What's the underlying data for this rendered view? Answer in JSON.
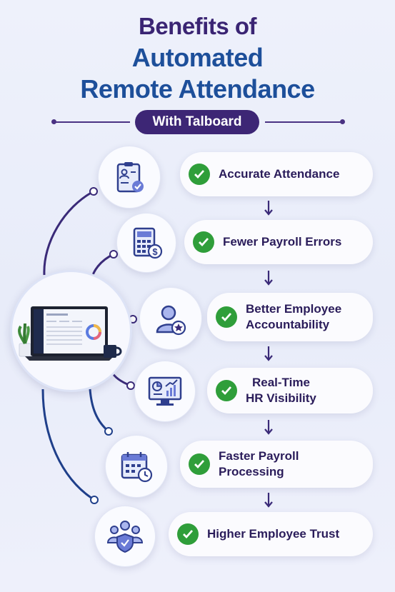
{
  "header": {
    "line1": "Benefits of",
    "line2": "Automated",
    "line3": "Remote Attendance",
    "subtitle": "With Talboard"
  },
  "benefits": [
    {
      "label_lines": [
        "Accurate Attendance"
      ],
      "icon": "clipboard-user-check-icon"
    },
    {
      "label_lines": [
        "Fewer Payroll Errors"
      ],
      "icon": "calculator-dollar-icon"
    },
    {
      "label_lines": [
        "Better Employee",
        "Accountability"
      ],
      "icon": "employee-star-icon"
    },
    {
      "label_lines": [
        "Real-Time",
        "HR Visibility"
      ],
      "icon": "monitor-charts-icon"
    },
    {
      "label_lines": [
        "Faster Payroll",
        "Processing"
      ],
      "icon": "calendar-clock-icon"
    },
    {
      "label_lines": [
        "Higher Employee Trust"
      ],
      "icon": "team-shield-icon"
    }
  ],
  "colors": {
    "title_purple": "#3a2473",
    "title_blue": "#1d4f9a",
    "check_green": "#2f9e3a",
    "label_text": "#2a1c5a",
    "arc_blue": "#1f3f8a"
  }
}
